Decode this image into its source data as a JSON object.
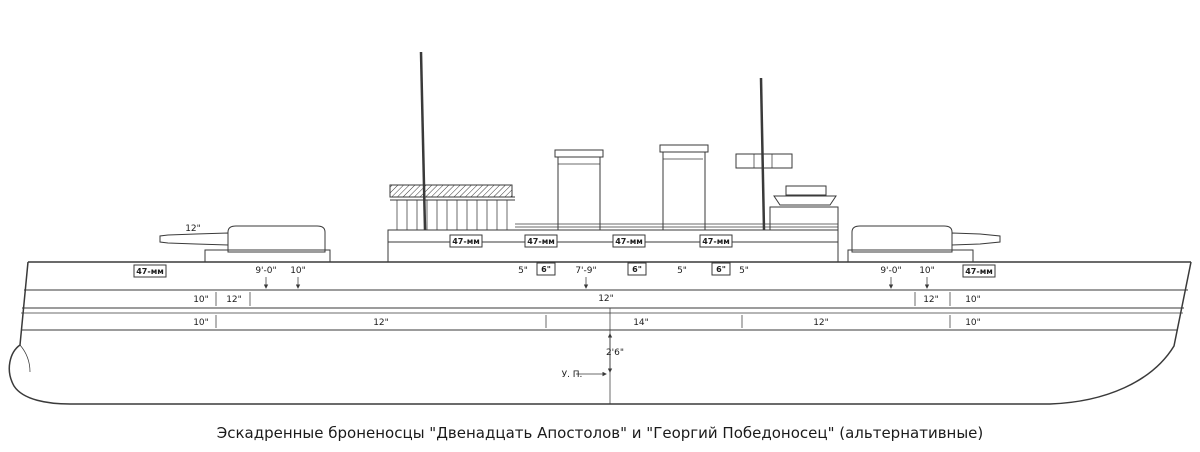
{
  "caption": "Эскадренные броненосцы \"Двенадцать Апостолов\" и \"Георгий Победоносец\" (альтернативные)",
  "colors": {
    "ink": "#3a3a3a",
    "background": "#ffffff"
  },
  "annotations": {
    "boxed": {
      "hull_left_47mm": "47-мм",
      "sup_47mm_1": "47-мм",
      "sup_47mm_2": "47-мм",
      "sup_47mm_3": "47-мм",
      "sup_47mm_4": "47-мм",
      "hull_right_47mm": "47-мм",
      "casemate_6in_1": "6\"",
      "casemate_6in_2": "6\"",
      "casemate_6in_3": "6\""
    },
    "plain": {
      "turret_left_12in": "12\"",
      "left_9ft": "9'-0\"",
      "left_10in": "10\"",
      "mid_5in_a": "5\"",
      "mid_7ft9": "7'-9\"",
      "mid_5in_b": "5\"",
      "mid_5in_c": "5\"",
      "right_9ft": "9'-0\"",
      "right_10in": "10\"",
      "row1_10a": "10\"",
      "row1_12a": "12\"",
      "row1_12b": "12\"",
      "row1_12c": "12\"",
      "row1_10b": "10\"",
      "row2_10a": "10\"",
      "row2_12a": "12\"",
      "row2_14": "14\"",
      "row2_12b": "12\"",
      "row2_10b": "10\"",
      "draft_2ft6": "2'6\"",
      "waterline_up": "У. П."
    }
  }
}
